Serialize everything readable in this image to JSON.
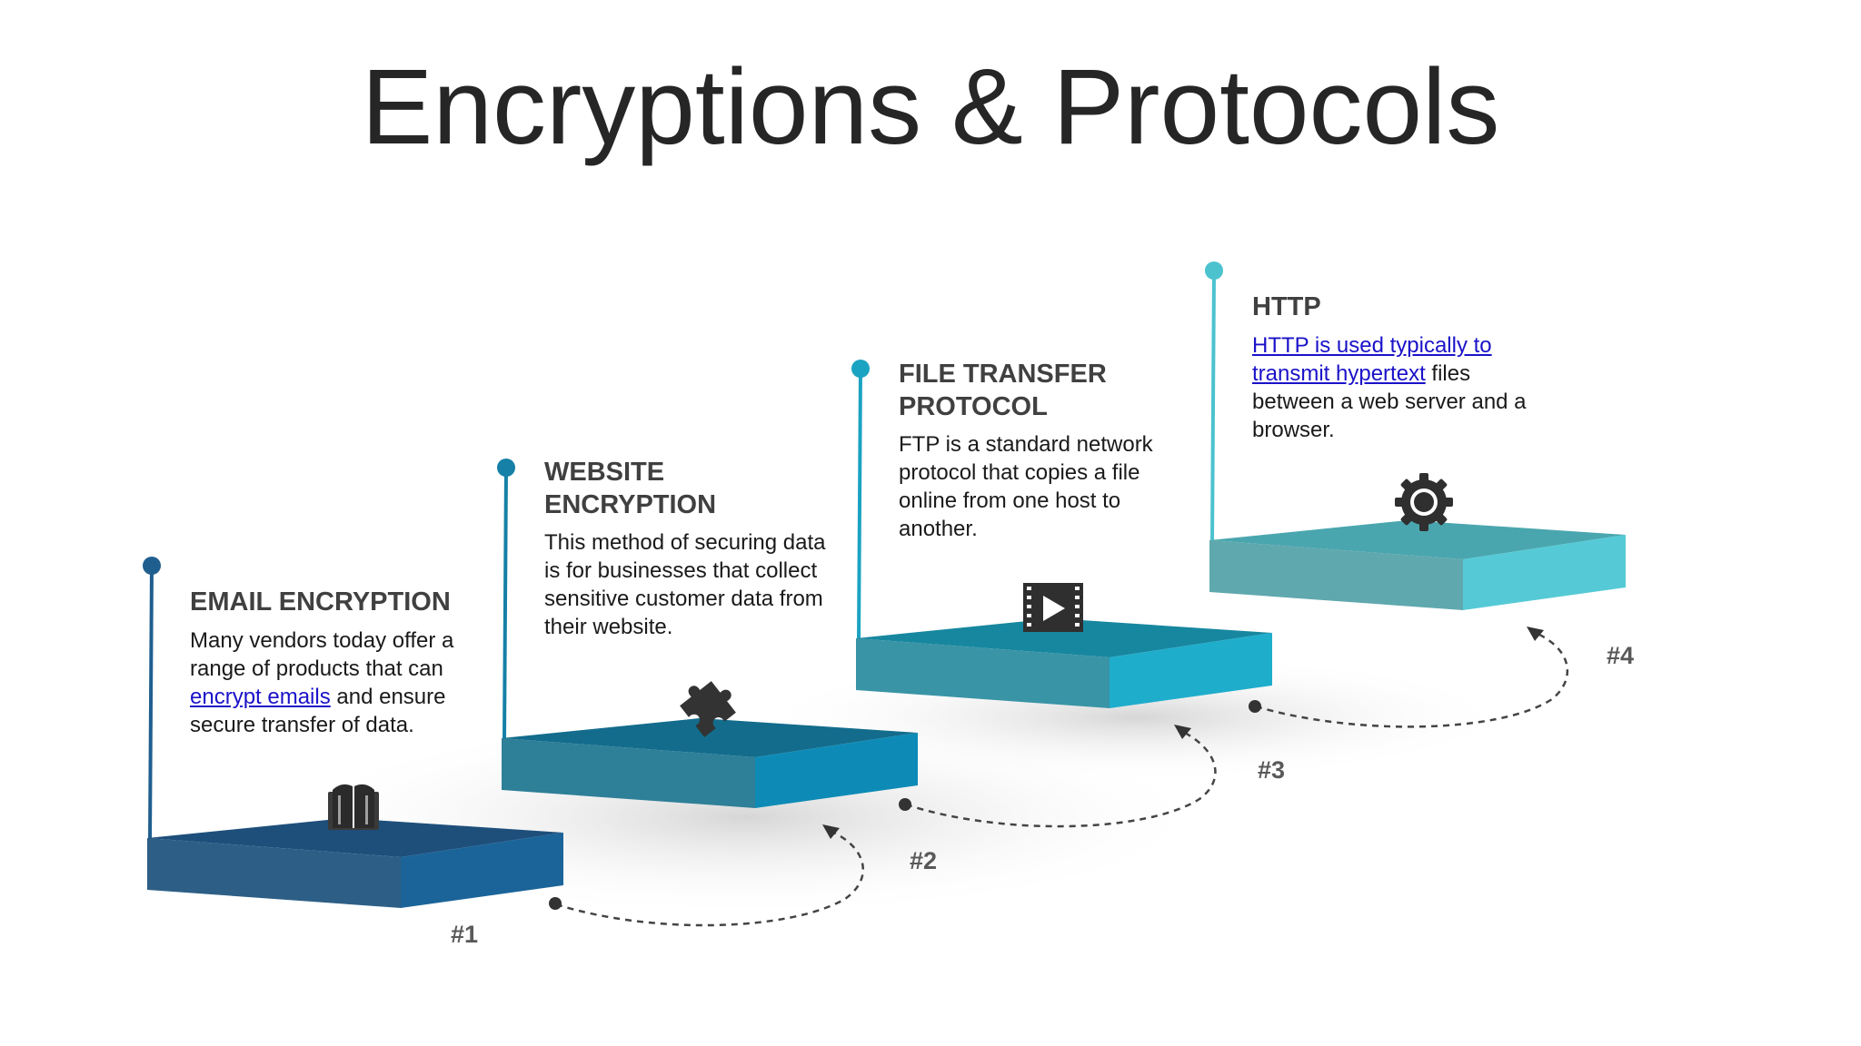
{
  "title": "Encryptions & Protocols",
  "colors": {
    "step1": "#1f5f8f",
    "step2": "#1680a6",
    "step3": "#1ba3c2",
    "step4": "#4cc2cf",
    "text_dark": "#404040",
    "link": "#1a12c8"
  },
  "steps": [
    {
      "number": "#1",
      "title": "EMAIL ENCRYPTION",
      "body_before": "Many vendors today offer a range of products that can ",
      "link": "encrypt emails",
      "body_after": " and ensure secure transfer of data.",
      "icon": "book-icon"
    },
    {
      "number": "#2",
      "title": "WEBSITE\nENCRYPTION",
      "body_before": "This method of securing data is for businesses that collect sensitive customer data from their website.",
      "link": "",
      "body_after": "",
      "icon": "puzzle-piece-icon"
    },
    {
      "number": "#3",
      "title": "FILE TRANSFER\nPROTOCOL",
      "body_before": "FTP is a standard network protocol that copies a file online from one host to another.",
      "link": "",
      "body_after": "",
      "icon": "video-play-icon"
    },
    {
      "number": "#4",
      "title": "HTTP",
      "body_before": "",
      "link": "HTTP is used typically to transmit hypertext",
      "body_after": " files between a web server and a browser.",
      "icon": "gear-icon"
    }
  ]
}
